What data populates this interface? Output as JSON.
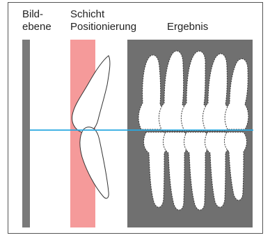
{
  "labels": {
    "bildebene_line1": "Bild-",
    "bildebene_line2": "ebene",
    "schicht_line1": "Schicht",
    "schicht_line2": "Positionierung",
    "ergebnis": "Ergebnis"
  },
  "colors": {
    "image_plane": "#7a7a7a",
    "layer_band": "#f59a9a",
    "result_panel": "#707070",
    "scan_line": "#29a8e0",
    "tooth_fill": "#ffffff",
    "tooth_stroke": "#333333"
  }
}
